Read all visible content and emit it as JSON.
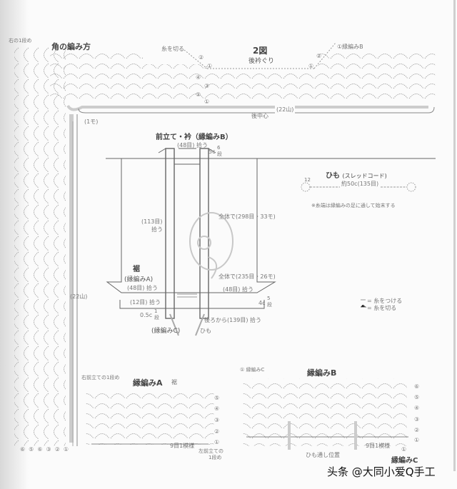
{
  "corner_section": {
    "start_label": "右の1段め",
    "title": "角の編み方",
    "corner_stitch": "(1モ)",
    "side_count": "(22山)",
    "row_numbers_bottom": [
      "⑥",
      "⑤",
      "⑥",
      "③",
      "②",
      "①"
    ]
  },
  "figure2": {
    "number": "2図",
    "title": "後衿ぐり",
    "cut_thread": "糸を切る",
    "edging_b_start": "①縁編みB",
    "rows_left": [
      "②",
      "①",
      "④",
      "③",
      "②",
      "①"
    ],
    "rows_right": [
      "②",
      "①"
    ],
    "count": "(22山)",
    "back_center": "後中心"
  },
  "front_band": {
    "title": "前立て・衿（縁編みB）",
    "top_pick": "(48目) 拾う",
    "band_width": "5c",
    "band_rows": "6段",
    "side_pick": "(113目)",
    "side_pick_verb": "拾う",
    "total_1": "全体で(298目・33モ)",
    "total_2": "全体で(235目・26モ)"
  },
  "hem": {
    "title": "裾",
    "subtitle": "(縁編みA)",
    "left_pick": "(48目) 拾う",
    "right_pick": "(48目) 拾う",
    "bottom_pick": "(12目) 拾う",
    "hem_width": "4c",
    "hem_rows": "5段",
    "edge_width": "0.5c",
    "edge_rows": "1段",
    "edging_c": "(縁編みC)",
    "cord": "ひも",
    "back_pick": "後ろから(139目) 拾う"
  },
  "cord_section": {
    "title": "ひも",
    "subtitle": "(スレッドコード)",
    "count": "12",
    "length": "約50c(135目)",
    "note": "※糸端は縁編みの足に通して始末する"
  },
  "legend": {
    "attach": "= 糸をつける",
    "cut": "= 糸を切る"
  },
  "edging_a": {
    "start_label": "右前立ての1段め",
    "title": "縁編みA",
    "subtitle": "裾",
    "rows": [
      "⑤",
      "④",
      "③",
      "②",
      "①"
    ],
    "repeat": "9目1模様",
    "end_label_1": "左前立ての",
    "end_label_2": "1段め"
  },
  "edging_b": {
    "start_label": "① 縁編みC",
    "title": "縁編みB",
    "rows": [
      "⑥",
      "⑤",
      "④",
      "③",
      "②",
      "①"
    ],
    "repeat": "9目1模様",
    "cord_position": "ひも通し位置",
    "edging_c_label": "縁編みC",
    "edging_c_row": "①"
  },
  "watermark": "头条 @大同小爱Q手工"
}
